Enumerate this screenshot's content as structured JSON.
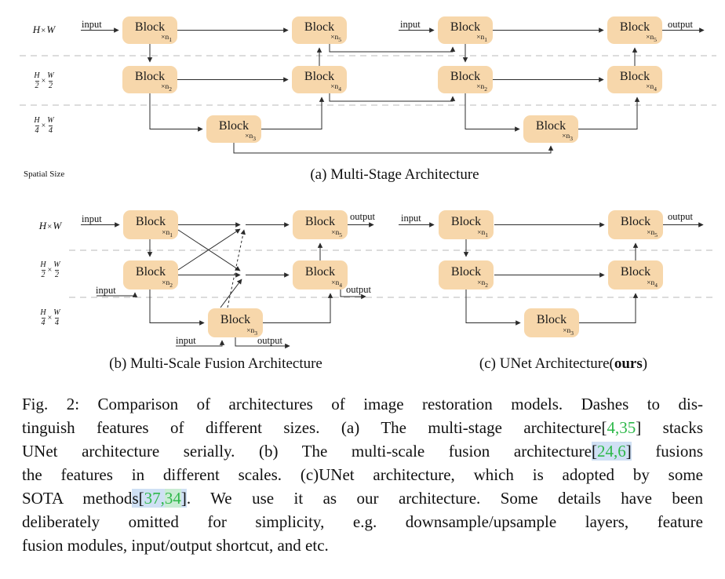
{
  "figure": {
    "block": {
      "label": "Block",
      "mult": "×n",
      "subs": [
        "1",
        "2",
        "3",
        "4",
        "5"
      ]
    },
    "io": {
      "input": "input",
      "output": "output"
    },
    "rows": {
      "r1": {
        "a": "H",
        "times": "×",
        "b": "W"
      },
      "r2": {
        "n1": "H",
        "d1": "2",
        "times": "×",
        "n2": "W",
        "d2": "2"
      },
      "r3": {
        "n1": "H",
        "d1": "4",
        "times": "×",
        "n2": "W",
        "d2": "4"
      }
    },
    "spatial_size": "Spatial Size",
    "captions": {
      "a": "(a) Multi-Stage Architecture",
      "b": "(b) Multi-Scale Fusion Architecture",
      "c_pre": "(c) UNet Architecture(",
      "c_bold": "ours",
      "c_post": ")"
    }
  },
  "caption": {
    "lines": [
      {
        "justify": true,
        "segments": [
          {
            "t": "Fig. 2: Comparison of architectures of image restoration models. Dashes to dis-",
            "s": ""
          }
        ]
      },
      {
        "justify": true,
        "segments": [
          {
            "t": "tinguish features of different sizes. (a) The multi-stage architecture[",
            "s": ""
          },
          {
            "t": "4,35",
            "s": "c"
          },
          {
            "t": "] stacks",
            "s": ""
          }
        ]
      },
      {
        "justify": true,
        "segments": [
          {
            "t": "UNet architecture serially. (b) The multi-scale fusion architecture",
            "s": ""
          },
          {
            "t": "[",
            "s": "hb"
          },
          {
            "t": "24,6",
            "s": "c hb"
          },
          {
            "t": "]",
            "s": "hb"
          },
          {
            "t": " fusions",
            "s": ""
          }
        ]
      },
      {
        "justify": true,
        "segments": [
          {
            "t": "the features in different scales. (c)UNet architecture, which is adopted by some",
            "s": ""
          }
        ]
      },
      {
        "justify": true,
        "segments": [
          {
            "t": "SOTA method",
            "s": ""
          },
          {
            "t": "s[",
            "s": "hb"
          },
          {
            "t": "37,",
            "s": "c hb"
          },
          {
            "t": "34",
            "s": "c hg"
          },
          {
            "t": "]",
            "s": "hb"
          },
          {
            "t": ". We use it as our architecture. Some details have been",
            "s": ""
          }
        ]
      },
      {
        "justify": true,
        "segments": [
          {
            "t": "deliberately omitted for simplicity, e.g. downsample/upsample layers, feature",
            "s": ""
          }
        ]
      },
      {
        "justify": false,
        "segments": [
          {
            "t": "fusion modules, input/output shortcut, and etc.",
            "s": ""
          }
        ]
      }
    ]
  },
  "colors": {
    "block_fill": "#f7d7ab",
    "cite_green": "#2eb84a",
    "hl_blue": "#cfe0f4",
    "hl_green": "#c9ecd4",
    "dash": "#c6c6c6",
    "line": "#2b2b2b"
  }
}
